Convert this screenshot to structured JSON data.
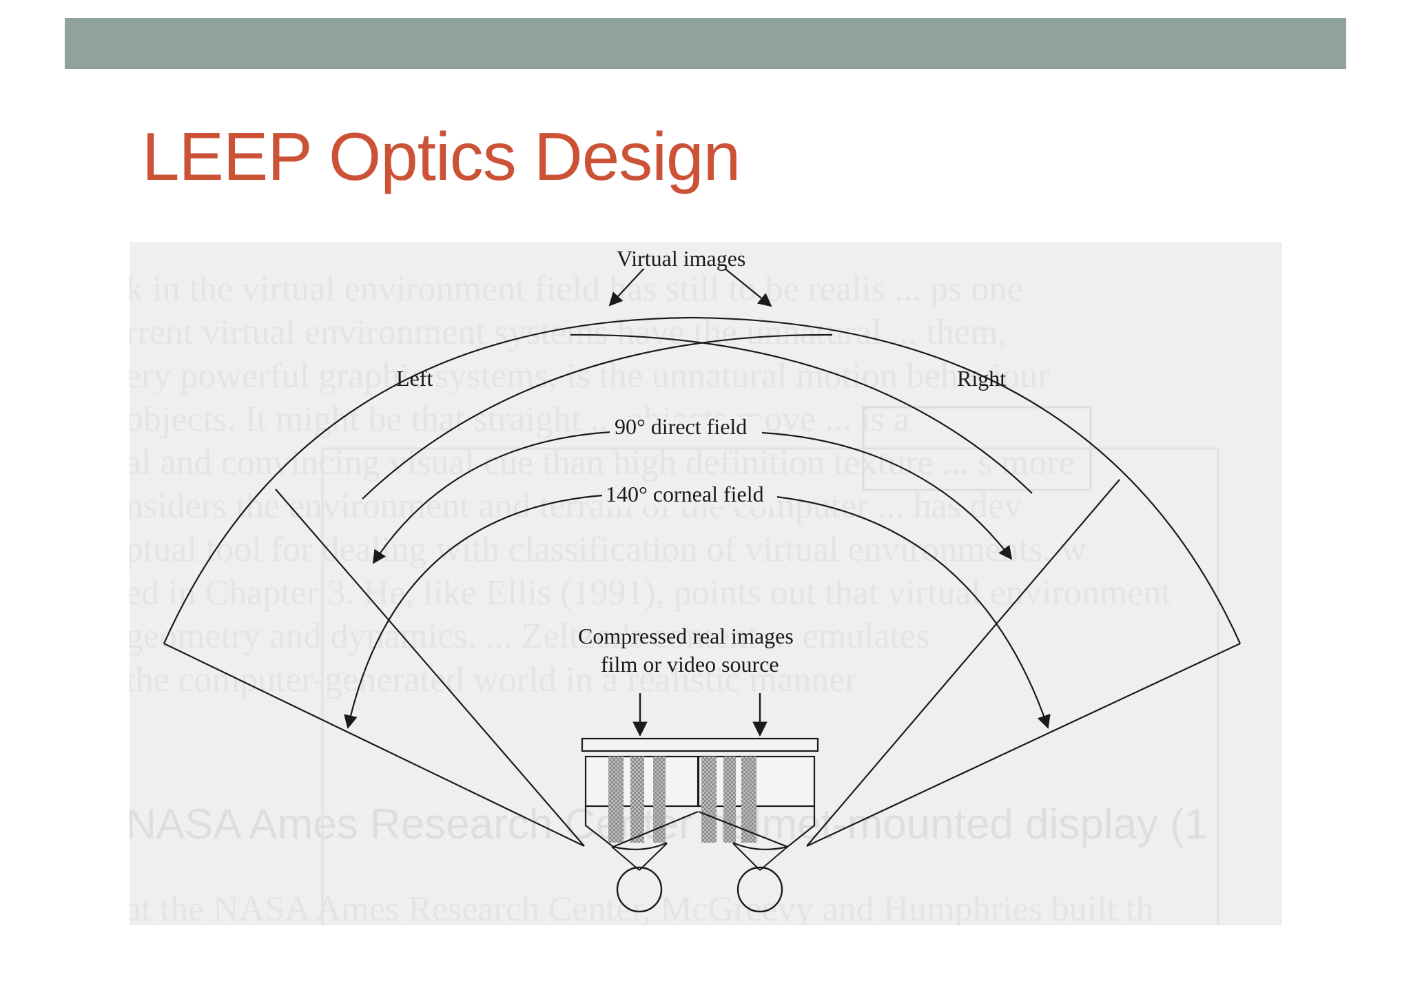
{
  "slide": {
    "title": "LEEP Optics Design",
    "accent_bar_color": "#8fa39a",
    "title_color": "#cc5236"
  },
  "diagram": {
    "labels": {
      "virtual_images": "Virtual images",
      "left": "Left",
      "right": "Right",
      "direct_field": "90° direct field",
      "corneal_field": "140° corneal field",
      "compressed_line1": "Compressed real images",
      "compressed_line2": "film or video source"
    }
  },
  "background_page": {
    "lines": [
      "k in the virtual environment field has still to be realis ... ps one",
      "rrent virtual environment systems have the unnatural ... them,",
      "ery powerful graphic systems, is the unnatural motion behaviour",
      "objects. It might be that straight ... objects move ... is a",
      "al and convincing visual cue than high definition texture ... s more",
      "nsiders the environment and terrain of the computer ... has dev",
      "ptual tool for dealing with classification of virtual environments, w",
      "ed in Chapter 3. He, like Ellis (1991), points out that virtual environment",
      "geometry and dynamics. ... Zeltzer's content ... emulates",
      "the computer-generated world in a realistic manner"
    ],
    "heading": "NASA Ames Research Center helmet-mounted display (1",
    "footer_line": "at the NASA Ames Research Center, McGreevy and Humphries built th"
  }
}
